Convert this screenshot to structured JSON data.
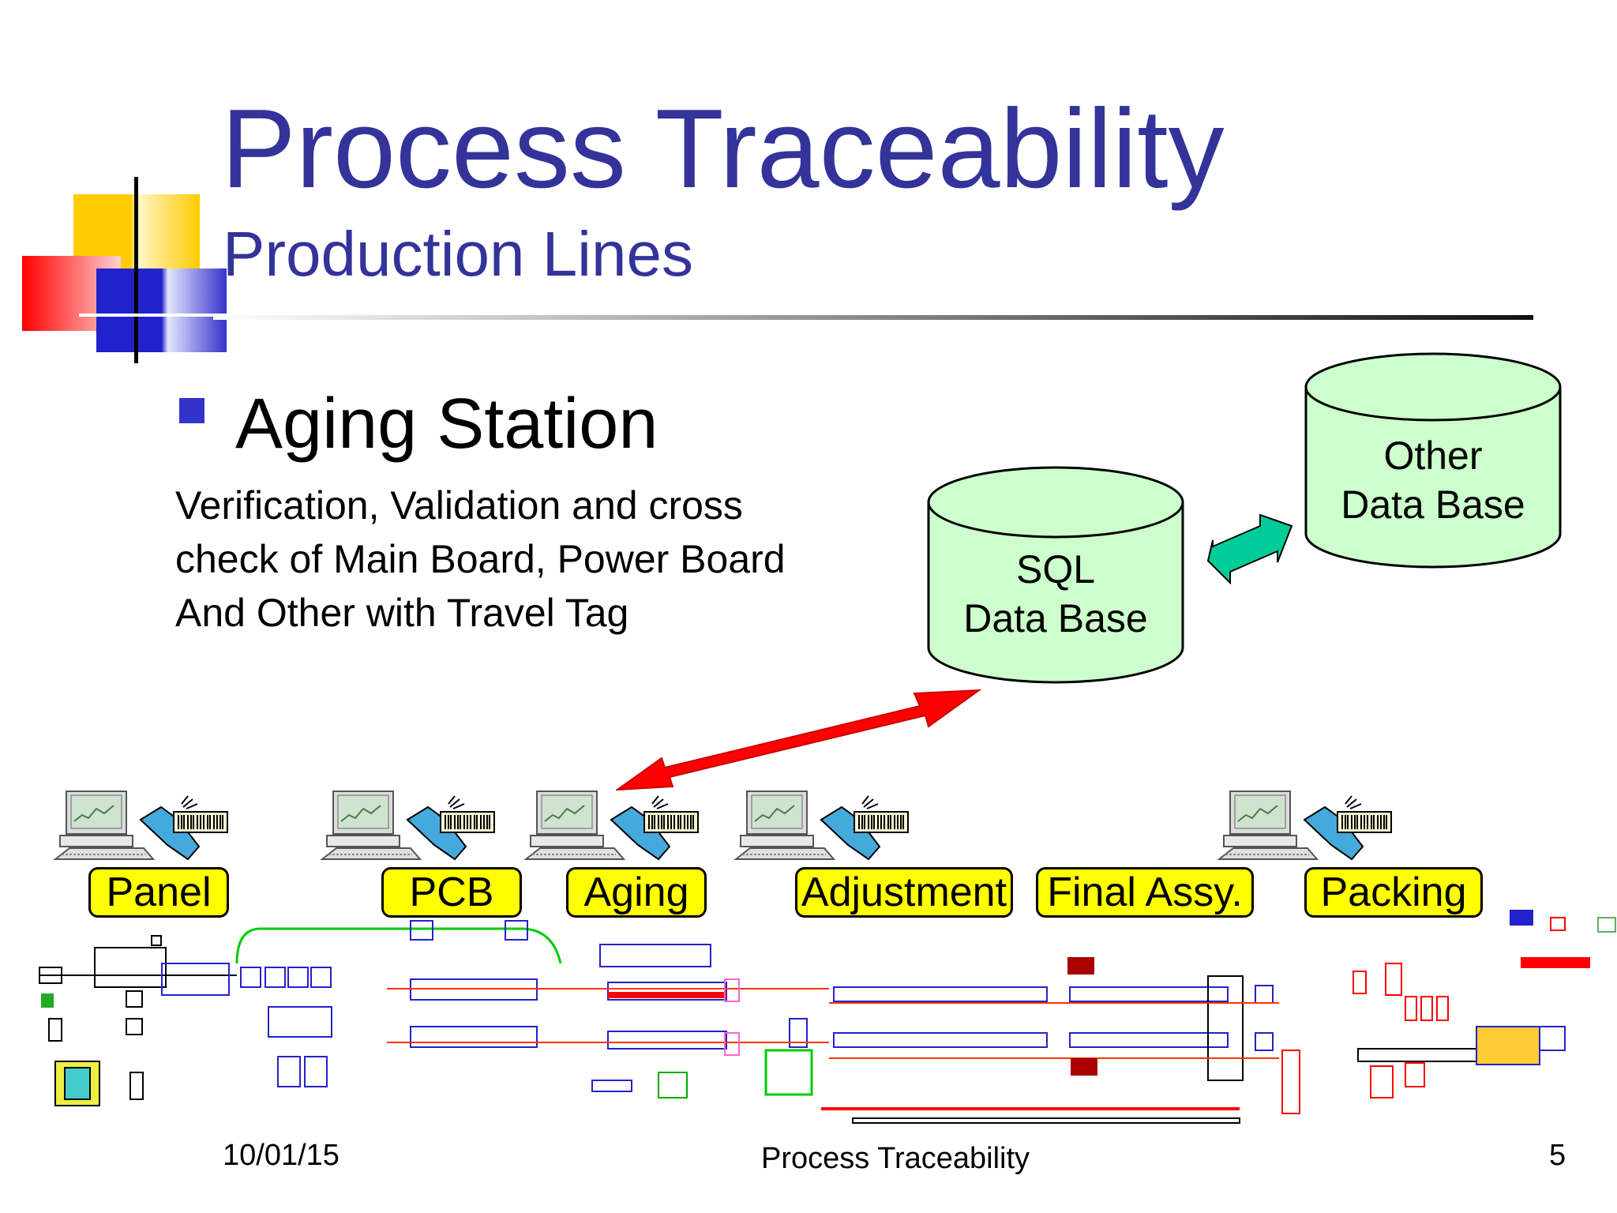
{
  "slide": {
    "title": "Process Traceability",
    "subtitle": "Production Lines",
    "heading": "Aging Station",
    "description": [
      "Verification, Validation and cross",
      "check of Main Board, Power Board",
      "And Other with Travel Tag"
    ]
  },
  "databases": {
    "sql": [
      "SQL",
      "Data Base"
    ],
    "other": [
      "Other",
      "Data Base"
    ]
  },
  "stages": [
    "Panel",
    "PCB",
    "Aging",
    "Adjustment",
    "Final Assy.",
    "Packing"
  ],
  "footer": {
    "date": "10/01/15",
    "center": "Process Traceability",
    "page": "5"
  },
  "colors": {
    "title": "#33339a",
    "database_fill": "#ccffcc",
    "stage_fill": "#ffff00",
    "arrow_red": "#ff0000",
    "arrow_green": "#00cc99"
  }
}
